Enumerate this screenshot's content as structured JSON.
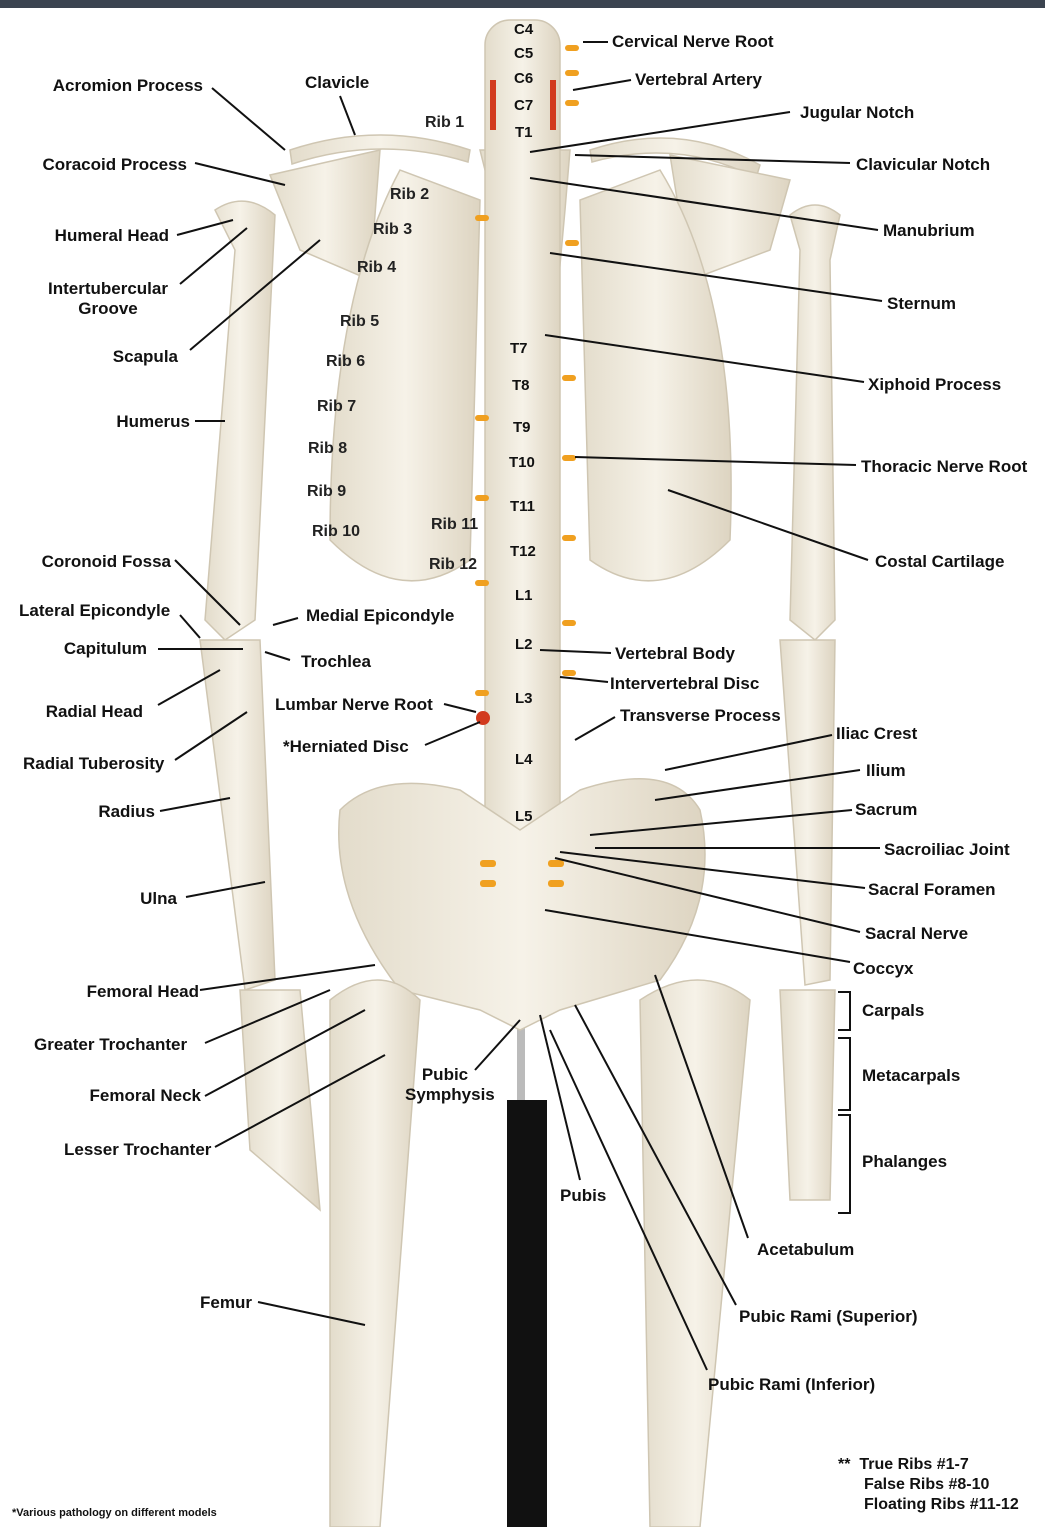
{
  "labels": {
    "cervical_nerve_root": "Cervical Nerve Root",
    "vertebral_artery": "Vertebral Artery",
    "acromion_process": "Acromion Process",
    "clavicle": "Clavicle",
    "jugular_notch": "Jugular Notch",
    "coracoid_process": "Coracoid Process",
    "clavicular_notch": "Clavicular Notch",
    "humeral_head": "Humeral Head",
    "manubrium": "Manubrium",
    "intertubercular_groove": "Intertubercular\nGroove",
    "sternum": "Sternum",
    "scapula": "Scapula",
    "xiphoid_process": "Xiphoid Process",
    "humerus": "Humerus",
    "thoracic_nerve_root": "Thoracic Nerve Root",
    "costal_cartilage": "Costal Cartilage",
    "coronoid_fossa": "Coronoid Fossa",
    "lateral_epicondyle": "Lateral Epicondyle",
    "medial_epicondyle": "Medial Epicondyle",
    "capitulum": "Capitulum",
    "trochlea": "Trochlea",
    "vertebral_body": "Vertebral Body",
    "intervertebral_disc": "Intervertebral Disc",
    "radial_head": "Radial Head",
    "lumbar_nerve_root": "Lumbar Nerve Root",
    "transverse_process": "Transverse Process",
    "herniated_disc": "*Herniated Disc",
    "iliac_crest": "Iliac Crest",
    "radial_tuberosity": "Radial Tuberosity",
    "ilium": "Ilium",
    "radius": "Radius",
    "sacrum": "Sacrum",
    "sacroiliac_joint": "Sacroiliac Joint",
    "ulna": "Ulna",
    "sacral_foramen": "Sacral Foramen",
    "sacral_nerve": "Sacral Nerve",
    "coccyx": "Coccyx",
    "femoral_head": "Femoral Head",
    "carpals": "Carpals",
    "greater_trochanter": "Greater Trochanter",
    "metacarpals": "Metacarpals",
    "pubic_symphysis": "Pubic\nSymphysis",
    "femoral_neck": "Femoral Neck",
    "lesser_trochanter": "Lesser Trochanter",
    "phalanges": "Phalanges",
    "pubis": "Pubis",
    "acetabulum": "Acetabulum",
    "femur": "Femur",
    "pubic_rami_superior": "Pubic Rami (Superior)",
    "pubic_rami_inferior": "Pubic Rami (Inferior)"
  },
  "vertebrae": [
    "C4",
    "C5",
    "C6",
    "C7",
    "T1",
    "T7",
    "T8",
    "T9",
    "T10",
    "T11",
    "T12",
    "L1",
    "L2",
    "L3",
    "L4",
    "L5"
  ],
  "ribs": [
    "Rib 1",
    "Rib 2",
    "Rib 3",
    "Rib 4",
    "Rib 5",
    "Rib 6",
    "Rib 7",
    "Rib 8",
    "Rib 9",
    "Rib 10",
    "Rib 11",
    "Rib 12"
  ],
  "legend": {
    "marker": "**",
    "true_ribs": "True Ribs  #1-7",
    "false_ribs": "False Ribs #8-10",
    "floating_ribs": "Floating Ribs  #11-12"
  },
  "footnote": "*Various pathology on different models",
  "colors": {
    "bone": "#efe9dc",
    "bone_shadow": "#d9d0bd",
    "nerve": "#f0a020",
    "artery": "#d23a1e",
    "stand": "#111111",
    "topbar": "#3b4450"
  }
}
